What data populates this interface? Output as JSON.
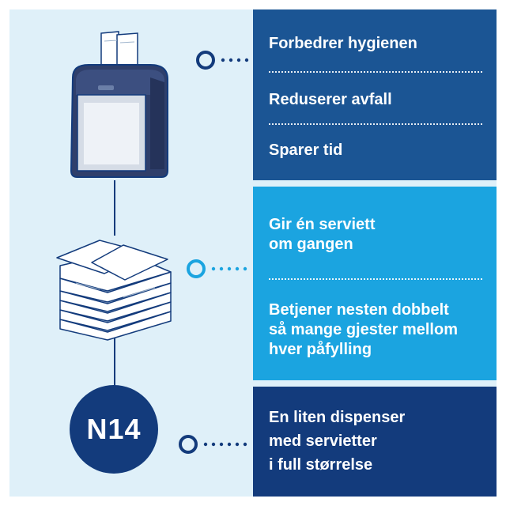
{
  "colors": {
    "background": "#dff0f9",
    "panel_dark": "#1b5594",
    "panel_light": "#1ba4e0",
    "panel_navy": "#133b7c",
    "connector": "#133b7c"
  },
  "panels": [
    {
      "items": [
        "Forbedrer hygienen",
        "Reduserer avfall",
        "Sparer tid"
      ]
    },
    {
      "items": [
        "Gir én serviett\nom gangen",
        "Betjener nesten dobbelt\nså mange gjester mellom\nhver påfylling"
      ]
    },
    {
      "items": [
        "En liten dispenser\nmed servietter\ni full størrelse"
      ]
    }
  ],
  "badge": {
    "label": "N14"
  },
  "icons": {
    "dispenser": "napkin-dispenser-icon",
    "napkins": "napkin-stack-icon",
    "connector": "connector-circle-icon"
  }
}
